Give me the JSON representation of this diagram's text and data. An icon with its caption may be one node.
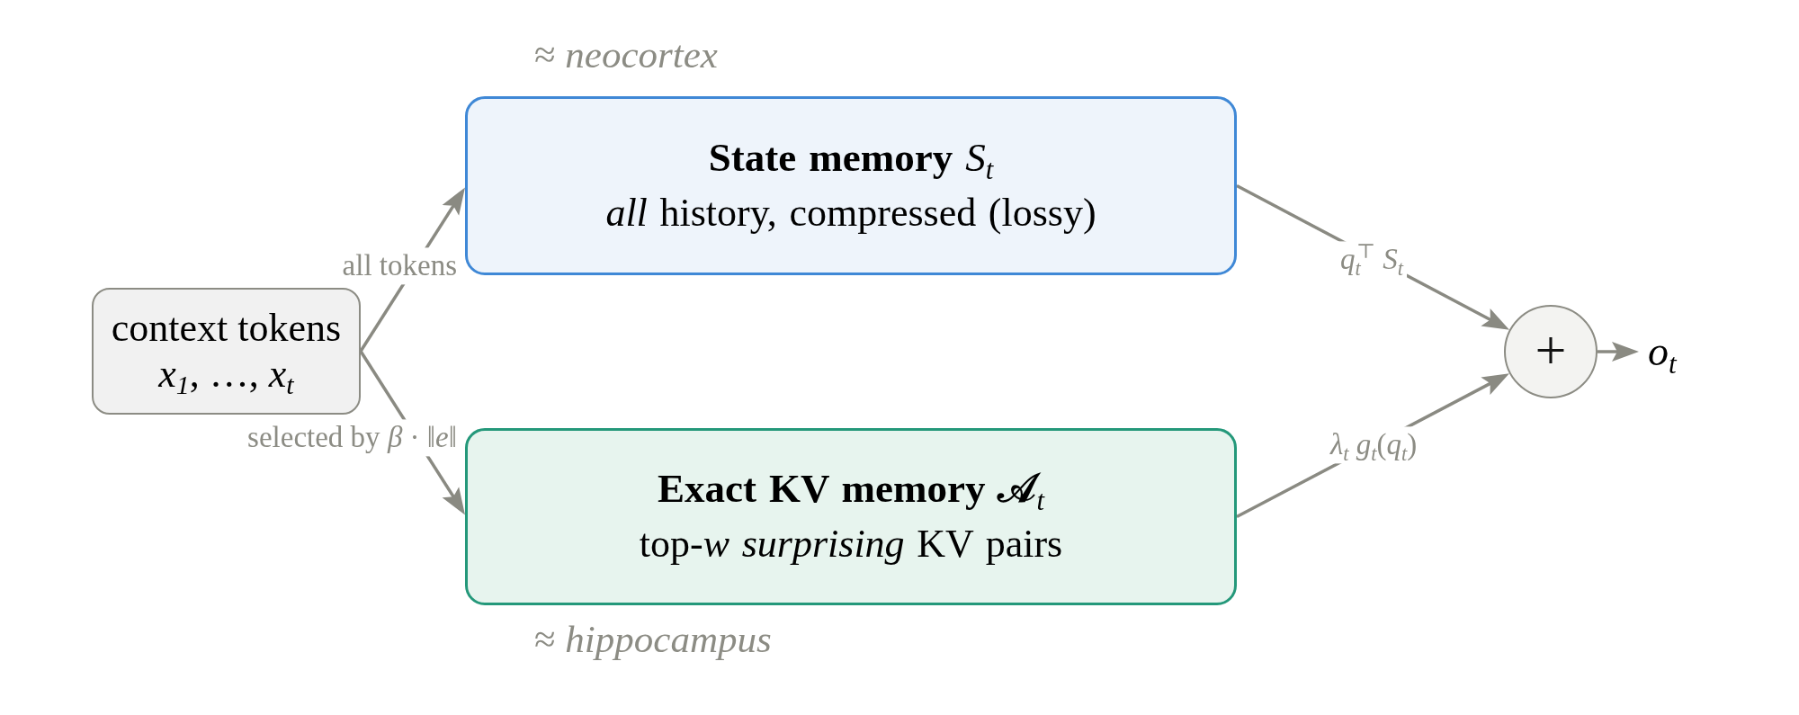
{
  "diagram": {
    "nodes": [
      {
        "text": [
          "context tokens",
          "*x*$_{1}$, …, *x*$_{t}$"
        ]
      },
      {
        "text": [
          "State memory *S*$_{t}$",
          "*all* history, compressed (lossy)"
        ],
        "beside": [
          "≈ *neocortex*"
        ]
      },
      {
        "text": [
          "Exact KV memory 𝒜$_{t}$",
          "top-*w* *surprising* KV pairs"
        ],
        "beside": [
          "≈ *hippocampus*"
        ]
      },
      {
        "text": [
          "+"
        ]
      },
      {
        "text": [
          "*o*$_{t}$"
        ]
      }
    ],
    "edges": [
      {
        "from": 0,
        "to": 1,
        "arrow": "to",
        "label": "all tokens"
      },
      {
        "from": 0,
        "to": 2,
        "arrow": "to",
        "label": "selected by *β* · ‖*e*‖"
      },
      {
        "from": 1,
        "to": 3,
        "arrow": "to",
        "label": "*q*$_{t}$$^{⊤}$ *S*$_{t}$"
      },
      {
        "from": 2,
        "to": 3,
        "arrow": "to",
        "label": "*λ*$_{t}$ *g*$_{t}$(*q*$_{t}$)"
      },
      {
        "from": 3,
        "to": 4,
        "arrow": "to"
      }
    ]
  }
}
